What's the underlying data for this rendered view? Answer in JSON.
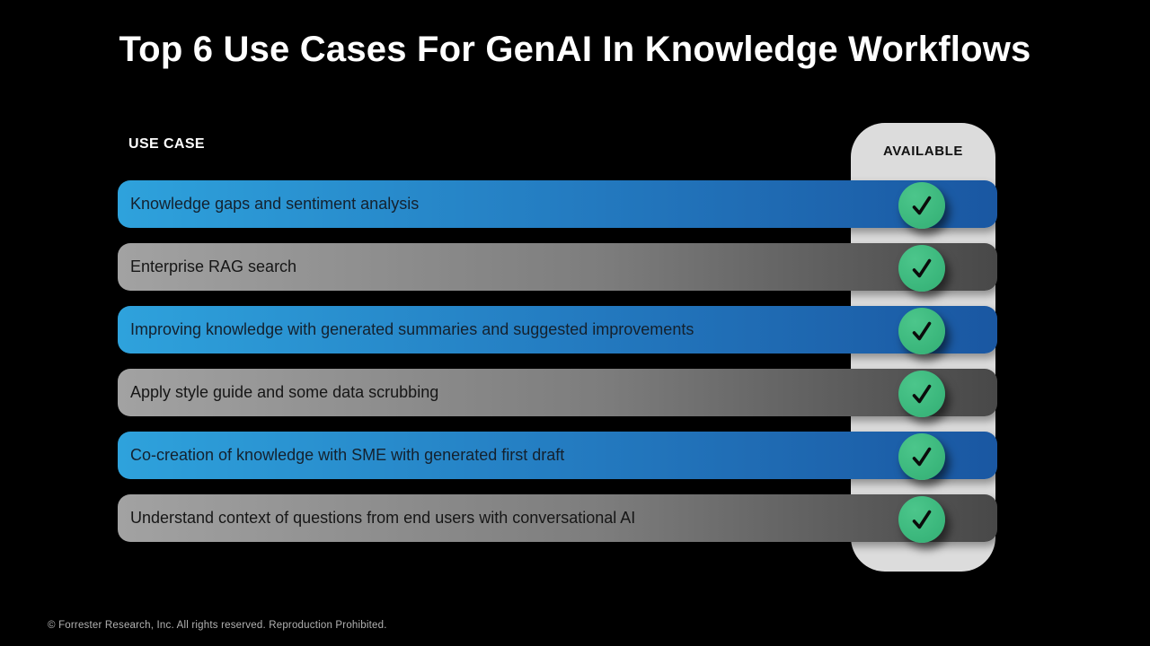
{
  "title": "Top 6 Use Cases For GenAI In Knowledge Workflows",
  "table": {
    "use_case_header": "USE CASE",
    "available_header": "AVAILABLE",
    "rows": [
      {
        "label": "Knowledge gaps and sentiment analysis",
        "style": "blue",
        "available": true
      },
      {
        "label": "Enterprise RAG search",
        "style": "gray",
        "available": true
      },
      {
        "label": "Improving knowledge with generated summaries and suggested improvements",
        "style": "blue",
        "available": true
      },
      {
        "label": "Apply style guide and some data scrubbing",
        "style": "gray",
        "available": true
      },
      {
        "label": "Co-creation of knowledge with SME with generated first draft",
        "style": "blue",
        "available": true
      },
      {
        "label": "Understand context of questions from end users with conversational AI",
        "style": "gray",
        "available": true
      }
    ]
  },
  "footer": "© Forrester Research, Inc. All rights reserved. Reproduction Prohibited.",
  "colors": {
    "background": "#000000",
    "title_text": "#ffffff",
    "blue_bar_start": "#2ea2dc",
    "blue_bar_end": "#1a57a2",
    "gray_bar_start": "#a2a2a2",
    "gray_bar_end": "#484848",
    "available_panel": "#dcdcdc",
    "check_green": "#3cb87d",
    "check_mark": "#0b0b0b"
  },
  "icons": {
    "check": "check-icon"
  }
}
